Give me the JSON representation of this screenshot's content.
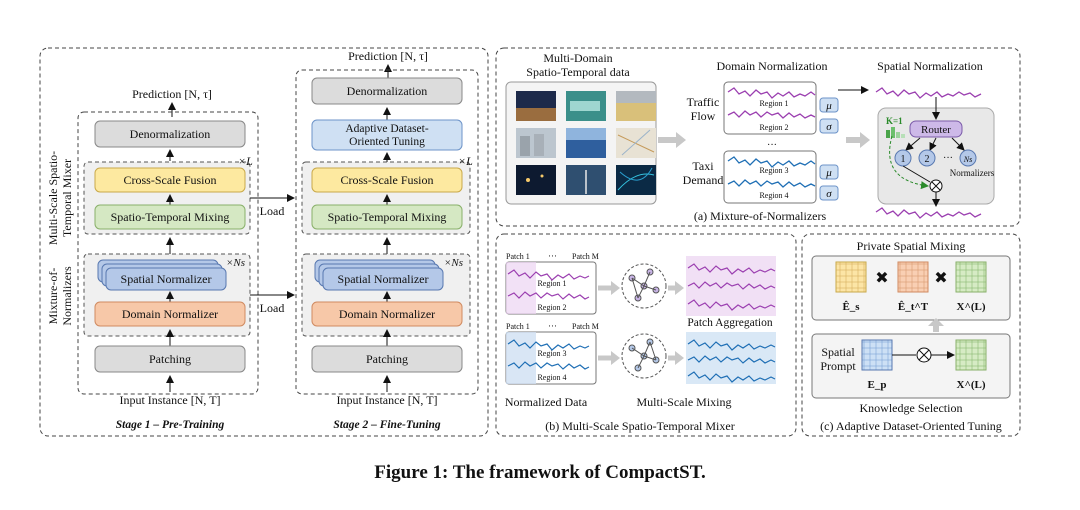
{
  "caption": "Figure 1: The framework of CompactST.",
  "stage1": {
    "title": "Stage 1 – Pre-Training",
    "prediction": "Prediction [N, τ]",
    "denorm": "Denormalization",
    "cross_scale": "Cross-Scale Fusion",
    "st_mixing": "Spatio-Temporal Mixing",
    "mixer_mult": "×L",
    "spatial_norm": "Spatial Normalizer",
    "norm_mult": "×Ns",
    "domain_norm": "Domain Normalizer",
    "patching": "Patching",
    "input": "Input Instance [N, T]",
    "side_mixer": [
      "Multi-Scale Spatio-",
      "Temporal Mixer"
    ],
    "side_norm": [
      "Mixture-of-",
      "Normalizers"
    ]
  },
  "stage2": {
    "title": "Stage 2 – Fine-Tuning",
    "prediction": "Prediction [N, τ]",
    "denorm": "Denormalization",
    "adaptive": [
      "Adaptive Dataset-",
      "Oriented Tuning"
    ],
    "cross_scale": "Cross-Scale Fusion",
    "st_mixing": "Spatio-Temporal Mixing",
    "mixer_mult": "×L",
    "spatial_norm": "Spatial Normalizer",
    "norm_mult": "×Ns",
    "domain_norm": "Domain Normalizer",
    "patching": "Patching",
    "input": "Input Instance [N, T]"
  },
  "load_labels": [
    "Load",
    "Load"
  ],
  "panel_a": {
    "caption": "(a) Mixture-of-Normalizers",
    "data_title": [
      "Multi-Domain",
      "Spatio-Temporal data"
    ],
    "domain_title": "Domain Normalization",
    "spatial_title": "Spatial Normalization",
    "traffic": [
      "Traffic",
      "Flow"
    ],
    "taxi": [
      "Taxi",
      "Demand"
    ],
    "regions": [
      "Region 1",
      "Region 2",
      "Region 3",
      "Region 4"
    ],
    "ellipsis": "···",
    "mu": "μ",
    "sigma": "σ",
    "router": "Router",
    "k_label": "K=1",
    "experts": [
      "1",
      "2",
      "···",
      "Ns"
    ],
    "normalizers": "Normalizers"
  },
  "panel_b": {
    "caption": "(b) Multi-Scale Spatio-Temporal Mixer",
    "patch1": "Patch 1",
    "patchM": "Patch M",
    "ellipsis": "···",
    "regions": [
      "Region 1",
      "Region 2",
      "Region 3",
      "Region 4"
    ],
    "patch_agg": "Patch Aggregation",
    "norm_data": "Normalized Data",
    "ms_mixing": "Multi-Scale Mixing"
  },
  "panel_c": {
    "caption": "(c) Adaptive Dataset-Oriented Tuning",
    "private": "Private Spatial Mixing",
    "es": "Ê_s",
    "et": "Ê_t^T",
    "x": "X^(L)",
    "spatial_prompt": [
      "Spatial",
      "Prompt"
    ],
    "ep": "E_p",
    "knowledge": "Knowledge Selection"
  },
  "colors": {
    "gray_box": "#dcdcdc",
    "yellow": "#fde9a0",
    "green": "#d5e8c3",
    "blue": "#b4c8e8",
    "orange": "#f7c8a8",
    "light_blue": "#cfe0f3",
    "purple_line": "#9b3fb0",
    "blue_line": "#1f6fb5"
  }
}
